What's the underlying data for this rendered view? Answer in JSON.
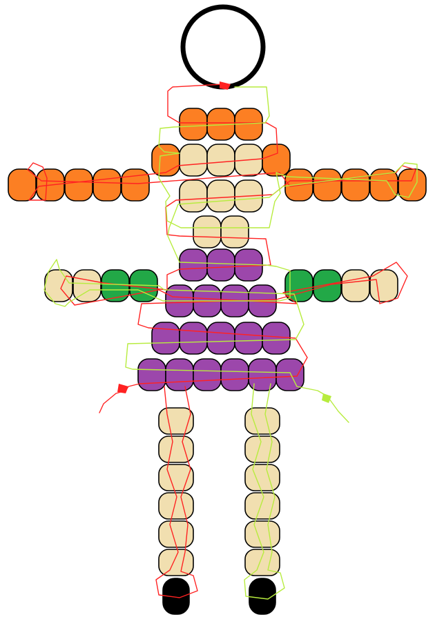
{
  "colors": {
    "orange": "#fc7f23",
    "beige": "#f1dfb0",
    "purple": "#9c47ab",
    "green": "#22a847",
    "black": "#000000",
    "red_thread": "#ff2222",
    "green_thread": "#b7ec3e",
    "ring": "#000000"
  },
  "pattern": {
    "key_ring": "black-ring",
    "rows": [
      {
        "name": "head-row-1",
        "beads": [
          "orange",
          "orange",
          "orange"
        ]
      },
      {
        "name": "head-row-2",
        "beads": [
          "orange",
          "beige",
          "beige",
          "beige",
          "orange"
        ]
      },
      {
        "name": "head-row-3",
        "beads": [
          "beige",
          "beige",
          "beige"
        ]
      },
      {
        "name": "neck-row",
        "beads": [
          "beige",
          "beige"
        ]
      },
      {
        "name": "body-row-1",
        "beads": [
          "purple",
          "purple",
          "purple"
        ]
      },
      {
        "name": "body-row-2",
        "beads": [
          "purple",
          "purple",
          "purple",
          "purple"
        ]
      },
      {
        "name": "body-row-3",
        "beads": [
          "purple",
          "purple",
          "purple",
          "purple",
          "purple"
        ]
      },
      {
        "name": "body-row-4",
        "beads": [
          "purple",
          "purple",
          "purple",
          "purple",
          "purple",
          "purple"
        ]
      }
    ],
    "hair_left": [
      "orange",
      "orange",
      "orange",
      "orange",
      "orange"
    ],
    "hair_right": [
      "orange",
      "orange",
      "orange",
      "orange",
      "orange"
    ],
    "arm_left": [
      "beige",
      "beige",
      "green",
      "green"
    ],
    "arm_right": [
      "green",
      "green",
      "beige",
      "beige"
    ],
    "leg_left": [
      "beige",
      "beige",
      "beige",
      "beige",
      "beige",
      "beige"
    ],
    "leg_right": [
      "beige",
      "beige",
      "beige",
      "beige",
      "beige",
      "beige"
    ],
    "foot_left": "black",
    "foot_right": "black"
  }
}
